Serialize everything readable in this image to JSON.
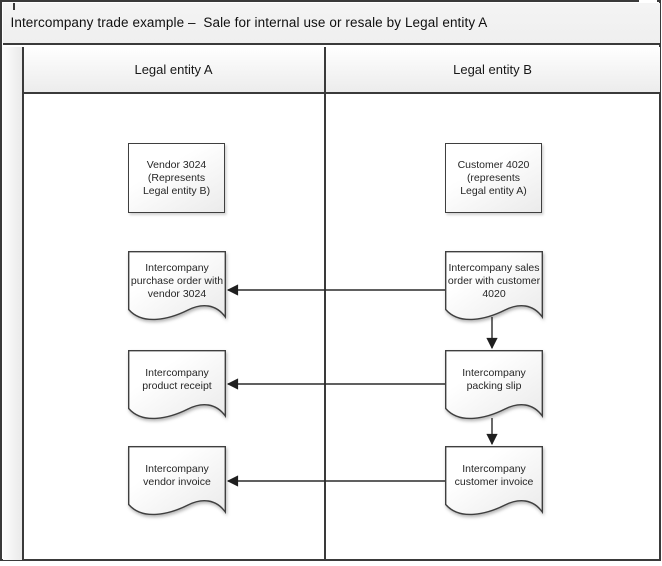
{
  "title": "Intercompany trade example –  Sale for internal use or resale by Legal entity A",
  "lanes": [
    {
      "label": "Legal entity A"
    },
    {
      "label": "Legal entity B"
    }
  ],
  "nodes": {
    "vendor": {
      "lane": "Legal entity A",
      "shape": "rectangle",
      "text": "Vendor 3024\n(Represents\nLegal entity B)"
    },
    "purchase_order": {
      "lane": "Legal entity A",
      "shape": "document",
      "text": "Intercompany\npurchase order with\nvendor 3024"
    },
    "product_receipt": {
      "lane": "Legal entity A",
      "shape": "document",
      "text": "Intercompany\nproduct receipt"
    },
    "vendor_invoice": {
      "lane": "Legal entity A",
      "shape": "document",
      "text": "Intercompany\nvendor invoice"
    },
    "customer": {
      "lane": "Legal entity B",
      "shape": "rectangle",
      "text": "Customer 4020\n(represents\nLegal entity A)"
    },
    "sales_order": {
      "lane": "Legal entity B",
      "shape": "document",
      "text": "Intercompany sales\norder with customer\n4020"
    },
    "packing_slip": {
      "lane": "Legal entity B",
      "shape": "document",
      "text": "Intercompany\npacking slip"
    },
    "customer_invoice": {
      "lane": "Legal entity B",
      "shape": "document",
      "text": "Intercompany\ncustomer invoice"
    }
  },
  "edges": [
    {
      "from": "sales_order",
      "to": "purchase_order",
      "direction": "left"
    },
    {
      "from": "sales_order",
      "to": "packing_slip",
      "direction": "down"
    },
    {
      "from": "packing_slip",
      "to": "product_receipt",
      "direction": "left"
    },
    {
      "from": "packing_slip",
      "to": "customer_invoice",
      "direction": "down"
    },
    {
      "from": "customer_invoice",
      "to": "vendor_invoice",
      "direction": "left"
    }
  ],
  "colors": {
    "border": "#3a3a3a",
    "arrow": "#2b2b2b",
    "header_fill": "#ececec",
    "background": "#ffffff"
  }
}
